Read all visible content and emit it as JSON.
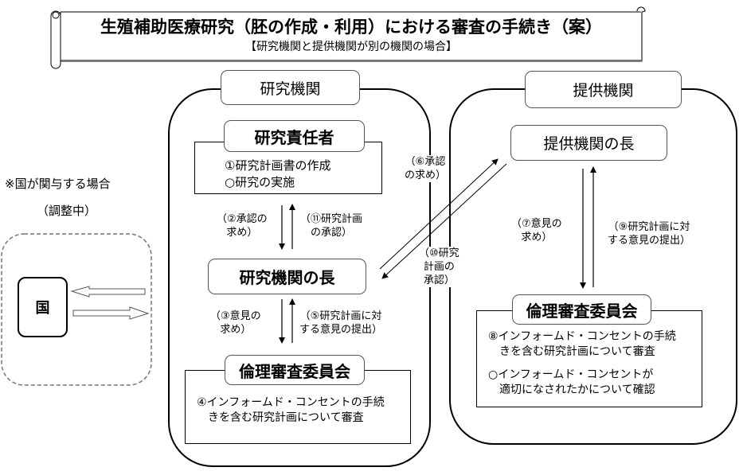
{
  "header": {
    "title": "生殖補助医療研究（胚の作成・利用）における審査の手続き（案）",
    "subtitle": "【研究機関と提供機関が別の機関の場合】"
  },
  "side_note": {
    "line1": "※国が関与する場合",
    "line2": "（調整中）",
    "country_label": "国"
  },
  "research_institution": {
    "title": "研究機関",
    "principal_investigator": {
      "title": "研究責任者",
      "items": [
        "①研究計画書の作成",
        "○研究の実施"
      ]
    },
    "head": {
      "title": "研究機関の長"
    },
    "ethics_committee": {
      "title": "倫理審査委員会",
      "items": [
        "④インフォームド・コンセントの手続",
        "　きを含む研究計画について審査"
      ]
    },
    "arrows": {
      "step2": [
        "（②承認の",
        "求め）"
      ],
      "step11": [
        "（⑪研究計画",
        "の承認）"
      ],
      "step3": [
        "（③意見の",
        "求め）"
      ],
      "step5": [
        "（⑤研究計画に対",
        "する意見の提出）"
      ]
    }
  },
  "between": {
    "step6": [
      "（⑥承認",
      "の求め）"
    ],
    "step10": [
      "（⑩研究",
      "計画の",
      "承認）"
    ]
  },
  "provider_institution": {
    "title": "提供機関",
    "head": {
      "title": "提供機関の長"
    },
    "ethics_committee": {
      "title": "倫理審査委員会",
      "items": [
        "⑧インフォームド・コンセントの手続",
        "　きを含む研究計画について審査",
        "○インフォームド・コンセントが",
        "　適切になされたかについて確認"
      ]
    },
    "arrows": {
      "step7": [
        "（⑦意見の",
        "求め）"
      ],
      "step9": [
        "（⑨研究計画に対",
        "する意見の提出）"
      ]
    }
  }
}
